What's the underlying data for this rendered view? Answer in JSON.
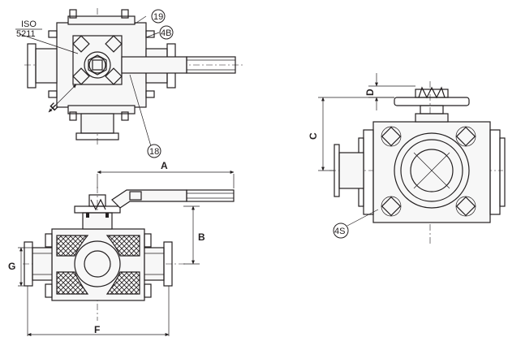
{
  "standard": {
    "name": "ISO",
    "number": "5211"
  },
  "callouts": {
    "c19": "19",
    "c4b": "4B",
    "c18": "18",
    "c4s": "4S"
  },
  "dimensions": {
    "a": "A",
    "b": "B",
    "c": "C",
    "d": "D",
    "e": "E",
    "f": "F",
    "g": "G"
  }
}
